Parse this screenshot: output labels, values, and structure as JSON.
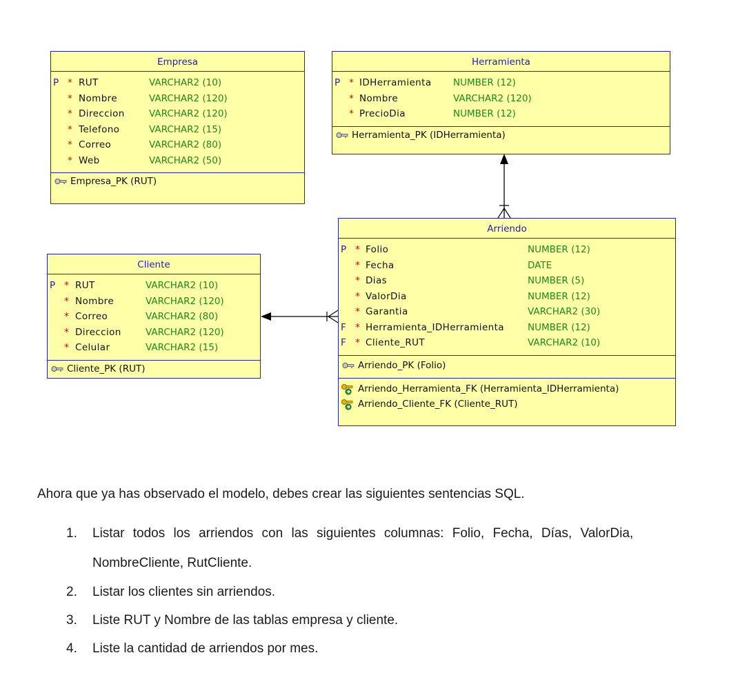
{
  "entities": {
    "empresa": {
      "title": "Empresa",
      "columns": [
        {
          "flag": "P",
          "star": "*",
          "name": "RUT",
          "type": "VARCHAR2 (10)"
        },
        {
          "flag": "",
          "star": "*",
          "name": "Nombre",
          "type": "VARCHAR2 (120)"
        },
        {
          "flag": "",
          "star": "*",
          "name": "Direccion",
          "type": "VARCHAR2 (120)"
        },
        {
          "flag": "",
          "star": "*",
          "name": "Telefono",
          "type": "VARCHAR2 (15)"
        },
        {
          "flag": "",
          "star": "*",
          "name": "Correo",
          "type": "VARCHAR2 (80)"
        },
        {
          "flag": "",
          "star": "*",
          "name": "Web",
          "type": "VARCHAR2 (50)"
        }
      ],
      "pk": "Empresa_PK (RUT)"
    },
    "herramienta": {
      "title": "Herramienta",
      "columns": [
        {
          "flag": "P",
          "star": "*",
          "name": "IDHerramienta",
          "type": "NUMBER (12)"
        },
        {
          "flag": "",
          "star": "*",
          "name": "Nombre",
          "type": "VARCHAR2 (120)"
        },
        {
          "flag": "",
          "star": "*",
          "name": "PrecioDia",
          "type": "NUMBER (12)"
        }
      ],
      "pk": "Herramienta_PK (IDHerramienta)"
    },
    "cliente": {
      "title": "Cliente",
      "columns": [
        {
          "flag": "P",
          "star": "*",
          "name": "RUT",
          "type": "VARCHAR2 (10)"
        },
        {
          "flag": "",
          "star": "*",
          "name": "Nombre",
          "type": "VARCHAR2 (120)"
        },
        {
          "flag": "",
          "star": "*",
          "name": "Correo",
          "type": "VARCHAR2 (80)"
        },
        {
          "flag": "",
          "star": "*",
          "name": "Direccion",
          "type": "VARCHAR2 (120)"
        },
        {
          "flag": "",
          "star": "*",
          "name": "Celular",
          "type": "VARCHAR2 (15)"
        }
      ],
      "pk": "Cliente_PK (RUT)"
    },
    "arriendo": {
      "title": "Arriendo",
      "columns": [
        {
          "flag": "P",
          "star": "*",
          "name": "Folio",
          "type": "NUMBER (12)"
        },
        {
          "flag": "",
          "star": "*",
          "name": "Fecha",
          "type": "DATE"
        },
        {
          "flag": "",
          "star": "*",
          "name": "Dias",
          "type": "NUMBER (5)"
        },
        {
          "flag": "",
          "star": "*",
          "name": "ValorDia",
          "type": "NUMBER (12)"
        },
        {
          "flag": "",
          "star": "*",
          "name": "Garantia",
          "type": "VARCHAR2 (30)"
        },
        {
          "flag": "F",
          "star": "*",
          "name": "Herramienta_IDHerramienta",
          "type": "NUMBER (12)"
        },
        {
          "flag": "F",
          "star": "*",
          "name": "Cliente_RUT",
          "type": "VARCHAR2 (10)"
        }
      ],
      "pk": "Arriendo_PK (Folio)",
      "fks": [
        "Arriendo_Herramienta_FK (Herramienta_IDHerramienta)",
        "Arriendo_Cliente_FK (Cliente_RUT)"
      ]
    }
  },
  "text": {
    "intro": "Ahora que ya has observado el modelo, debes crear las siguientes sentencias SQL.",
    "items": [
      {
        "num": "1.",
        "line1": "Listar todos los arriendos con las siguientes columnas: Folio, Fecha, Días, ValorDia,",
        "line2": "NombreCliente, RutCliente."
      },
      {
        "num": "2.",
        "line1": "Listar los clientes sin arriendos."
      },
      {
        "num": "3.",
        "line1": "Liste RUT y Nombre de las tablas empresa y cliente."
      },
      {
        "num": "4.",
        "line1": "Liste la cantidad de arriendos por mes."
      }
    ]
  },
  "colors": {
    "entity_fill": "#ffffa8",
    "entity_border": "#2020c8",
    "type_text": "#1b8a1b",
    "mandatory_star": "#e00000"
  },
  "icons": {
    "primary_key": "key-icon",
    "foreign_key": "foreign-key-icon"
  }
}
